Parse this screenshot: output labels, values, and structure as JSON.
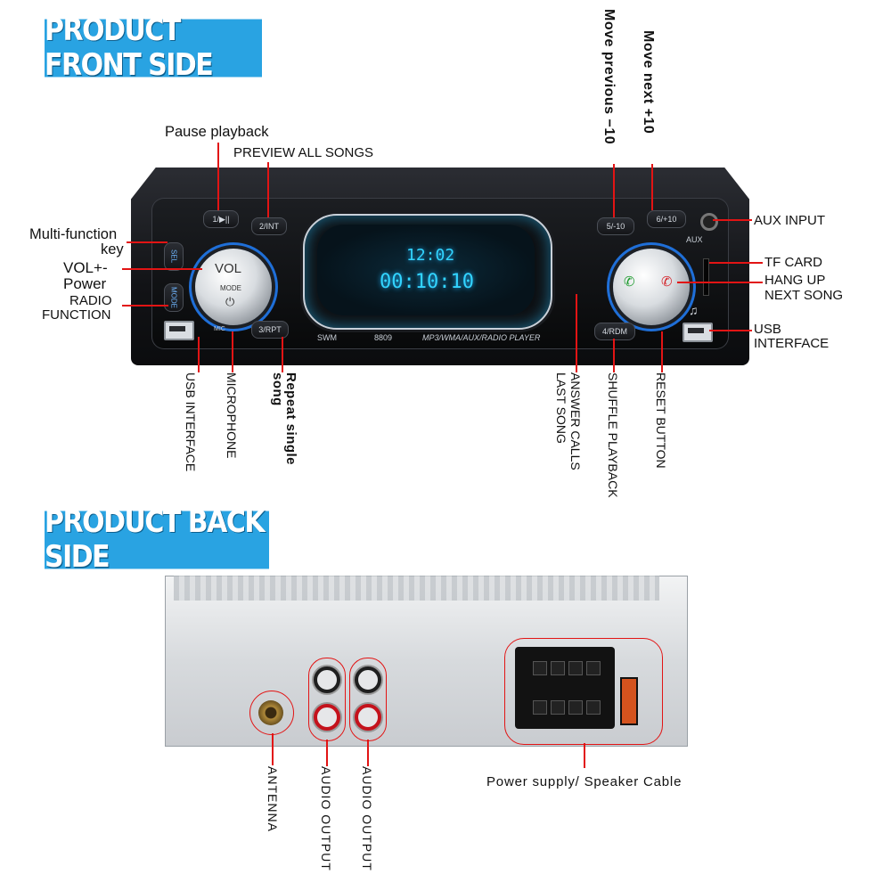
{
  "banners": {
    "front": "PRODUCT FRONT SIDE",
    "back": "PRODUCT BACK SIDE"
  },
  "front_labels": {
    "pause_playback": "Pause playback",
    "preview_all_songs": "PREVIEW ALL SONGS",
    "multi_function_line1": "Multi-function",
    "multi_function_line2": "key",
    "vol_line1": "VOL+-",
    "vol_line2": "Power",
    "radio_line1": "RADIO",
    "radio_line2": "FUNCTION",
    "move_previous": "Move previous −10",
    "move_next": "Move next +10",
    "aux_input": "AUX INPUT",
    "tf_card": "TF CARD",
    "hang_up": "HANG UP",
    "next_song": "NEXT SONG",
    "usb_interface_right_line1": "USB",
    "usb_interface_right_line2": "INTERFACE",
    "usb_interface_left": "USB INTERFACE",
    "microphone": "MICROPHONE",
    "repeat_single_song": "Repeat single song",
    "answer_calls_line1": "ANSWER CALLS",
    "answer_calls_line2": "LAST SONG",
    "shuffle_playback": "SHUFFLE PLAYBACK",
    "reset_button": "RESET BUTTON"
  },
  "unit": {
    "vol_label": "VOL",
    "mode_label": "MODE",
    "display_time": "12:02",
    "display_freq": "00:10:10",
    "brand": "SWM",
    "model": "8809",
    "formats": "MP3/WMA/AUX/RADIO PLAYER",
    "aux": "AUX",
    "buttons": [
      "1/▶||",
      "2/INT",
      "3/RPT",
      "4/RDM",
      "5/-10",
      "6/+10"
    ],
    "side_buttons": [
      "SEL",
      "MODE"
    ],
    "mic": "MIC"
  },
  "back_labels": {
    "antenna": "ANTENNA",
    "audio_output_1": "AUDIO OUTPUT",
    "audio_output_2": "AUDIO OUTPUT",
    "power_supply": "Power supply/ Speaker Cable"
  },
  "colors": {
    "banner": "#29a3e2",
    "leader": "#e21414",
    "display_glow": "#32d4ff"
  }
}
